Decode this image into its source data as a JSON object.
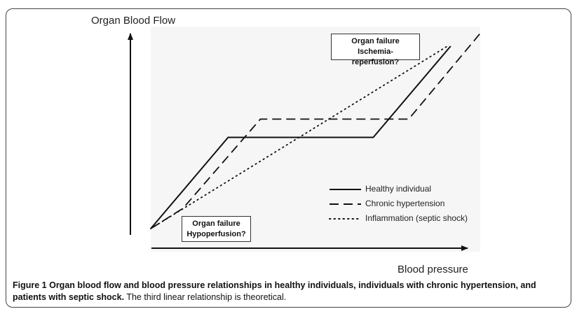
{
  "chart_data": {
    "type": "line",
    "title": "",
    "xlabel": "Blood pressure",
    "ylabel": "Organ Blood Flow",
    "xlim": [
      0,
      100
    ],
    "ylim": [
      0,
      100
    ],
    "grid": false,
    "legend_position": "bottom-right",
    "series": [
      {
        "name": "Healthy individual",
        "style": "solid",
        "color": "#111111",
        "points": [
          [
            0,
            0
          ],
          [
            24,
            45
          ],
          [
            69,
            45
          ],
          [
            93,
            90
          ]
        ]
      },
      {
        "name": "Chronic hypertension",
        "style": "dashed",
        "color": "#111111",
        "points": [
          [
            0,
            0
          ],
          [
            10,
            10
          ],
          [
            34,
            54
          ],
          [
            80,
            54
          ],
          [
            102,
            96
          ]
        ]
      },
      {
        "name": "Inflammation (septic shock)",
        "style": "dotted",
        "color": "#111111",
        "points": [
          [
            0,
            0
          ],
          [
            92,
            90
          ]
        ]
      }
    ]
  },
  "annotations": {
    "top_line1": "Organ failure",
    "top_line2": "Ischemia-reperfusion?",
    "bottom_line1": "Organ failure",
    "bottom_line2": "Hypoperfusion?"
  },
  "caption": {
    "bold": "Figure 1 Organ blood flow and blood pressure relationships in healthy individuals, individuals with chronic hypertension, and patients with septic shock.",
    "normal": " The third linear relationship is theoretical."
  }
}
